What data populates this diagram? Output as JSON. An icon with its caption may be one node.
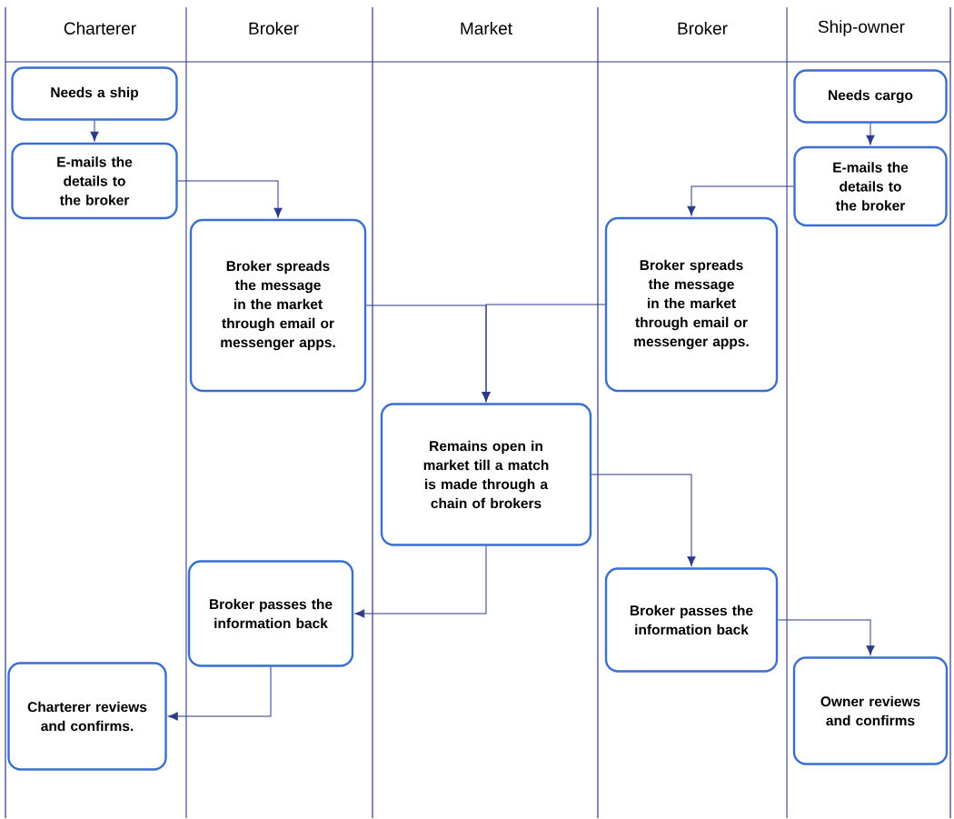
{
  "diagram": {
    "nodes": [
      {
        "text": [
          "Needs a ship"
        ]
      },
      {
        "text": [
          "E-mails the details to the broker"
        ]
      },
      {
        "text": [
          "Broker spreads the message in the market through email or messenger apps."
        ]
      },
      {
        "text": [
          "Needs cargo"
        ]
      },
      {
        "text": [
          "E-mails the details to the broker"
        ]
      },
      {
        "text": [
          "Broker spreads the message in the market through email or messenger apps."
        ]
      },
      {
        "text": [
          "Remains open in market till a match is made through a chain of brokers"
        ]
      },
      {
        "text": [
          "Broker passes the information back"
        ]
      },
      {
        "text": [
          "Broker passes the information back"
        ]
      },
      {
        "text": [
          "Charterer reviews and confirms."
        ]
      },
      {
        "text": [
          "Owner reviews and confirms"
        ]
      }
    ],
    "edges": [
      {
        "from": 0,
        "to": 1,
        "arrow": "to"
      },
      {
        "from": 1,
        "to": 2,
        "arrow": "to"
      },
      {
        "from": 3,
        "to": 4,
        "arrow": "to"
      },
      {
        "from": 4,
        "to": 5,
        "arrow": "to"
      },
      {
        "from": 2,
        "to": 6,
        "arrow": "to"
      },
      {
        "from": 5,
        "to": 6,
        "arrow": "to"
      },
      {
        "from": 6,
        "to": 7,
        "arrow": "to"
      },
      {
        "from": 6,
        "to": 8,
        "arrow": "to"
      },
      {
        "from": 7,
        "to": 9,
        "arrow": "to"
      },
      {
        "from": 8,
        "to": 10,
        "arrow": "to"
      }
    ],
    "labels": [
      "Charterer",
      "Broker",
      "Market",
      "Broker",
      "Ship-owner"
    ]
  }
}
